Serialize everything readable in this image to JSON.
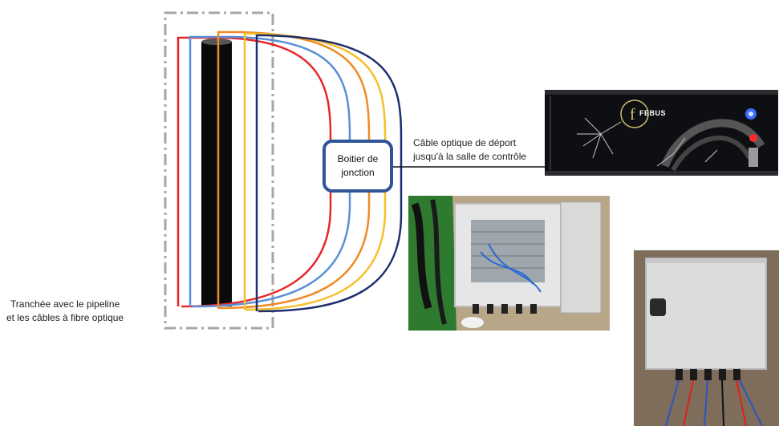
{
  "junction_box": {
    "line1": "Boitier de",
    "line2": "jonction"
  },
  "remote_cable_label": {
    "line1": "Câble optique de déport",
    "line2": "jusqu'à la salle de contrôle"
  },
  "trench_label": {
    "line1": "Tranchée avec le pipeline",
    "line2": "et les câbles à fibre optique"
  },
  "device_logo": "FEBUS",
  "colors": {
    "cable_red": "#e8262a",
    "cable_blue": "#5b8fd6",
    "cable_orange": "#f08a24",
    "cable_yellow": "#f5c02a",
    "cable_navy": "#1f2f6e",
    "pipeline": "#0a0a0a",
    "trench_border": "#a6a6a6",
    "junction_border": "#2f5597"
  }
}
